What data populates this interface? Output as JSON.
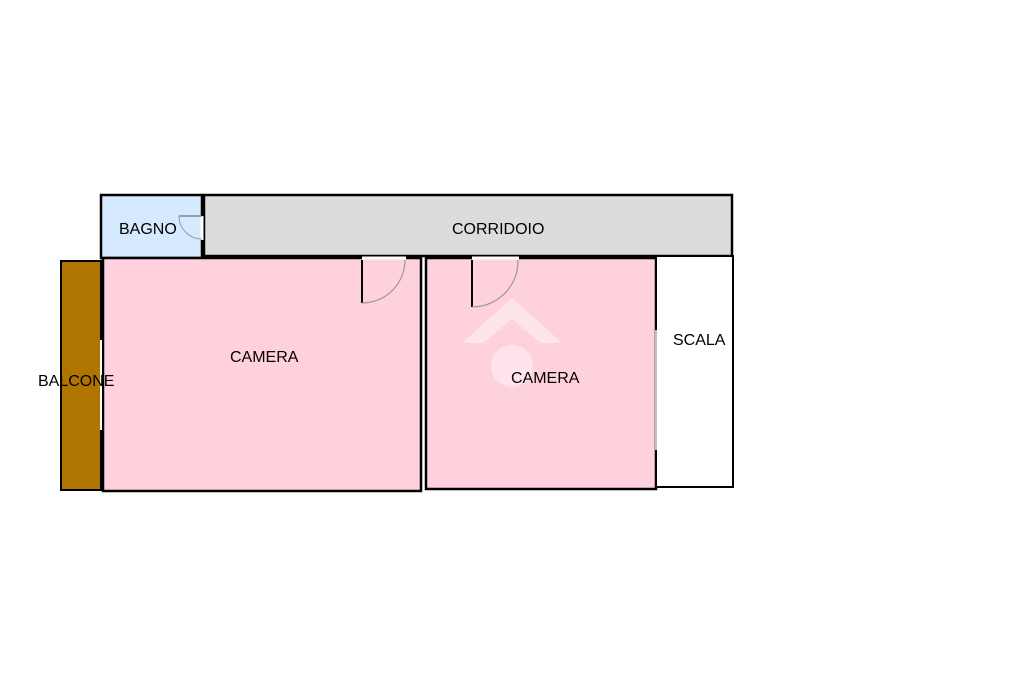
{
  "rooms": {
    "bagno": {
      "label": "BAGNO",
      "color": "#d6eaff"
    },
    "corridoio": {
      "label": "CORRIDOIO",
      "color": "#dcdcdc"
    },
    "camera_left": {
      "label": "CAMERA",
      "color": "#ffd1dc"
    },
    "camera_right": {
      "label": "CAMERA",
      "color": "#ffd1dc"
    },
    "scala": {
      "label": "SCALA",
      "color": "#ffffff"
    },
    "balcone": {
      "label": "BALCONE",
      "color": "#b07400"
    }
  },
  "wall_color": "#000000",
  "door_color": "#9a9a9a"
}
